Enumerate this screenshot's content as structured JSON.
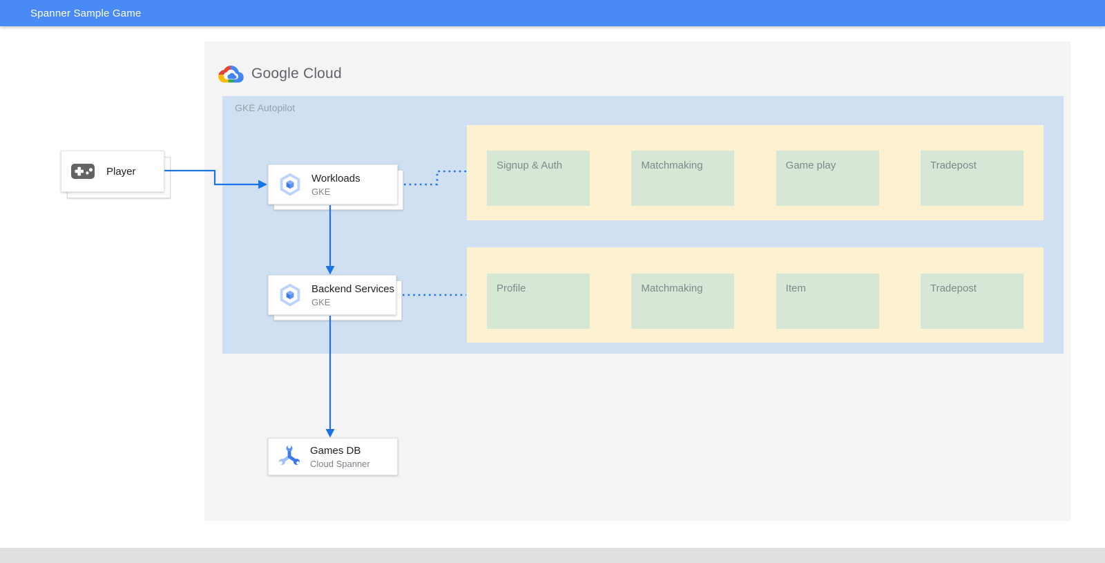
{
  "header": {
    "title": "Spanner Sample Game"
  },
  "branding": {
    "logo_text": "Google Cloud"
  },
  "diagram": {
    "cluster_label": "GKE Autopilot",
    "player": {
      "label": "Player"
    },
    "workloads": {
      "title": "Workloads",
      "subtitle": "GKE"
    },
    "backend": {
      "title": "Backend Services",
      "subtitle": "GKE"
    },
    "games_db": {
      "title": "Games DB",
      "subtitle": "Cloud Spanner"
    },
    "workload_group": {
      "items": [
        "Signup & Auth",
        "Matchmaking",
        "Game play",
        "Tradepost"
      ]
    },
    "backend_group": {
      "items": [
        "Profile",
        "Matchmaking",
        "Item",
        "Tradepost"
      ]
    }
  },
  "colors": {
    "header_blue": "#4a8af4",
    "arrow_blue": "#1a73e8",
    "cluster_blue": "#cfe0f3",
    "group_yellow": "#fcf1d1",
    "service_green": "#d6e8d5",
    "panel_gray": "#f4f4f5",
    "footer_gray": "#e0e0e0",
    "google_red": "#EA4335",
    "google_yellow": "#FBBC05",
    "google_green": "#34A853",
    "google_blue": "#4285F4"
  }
}
